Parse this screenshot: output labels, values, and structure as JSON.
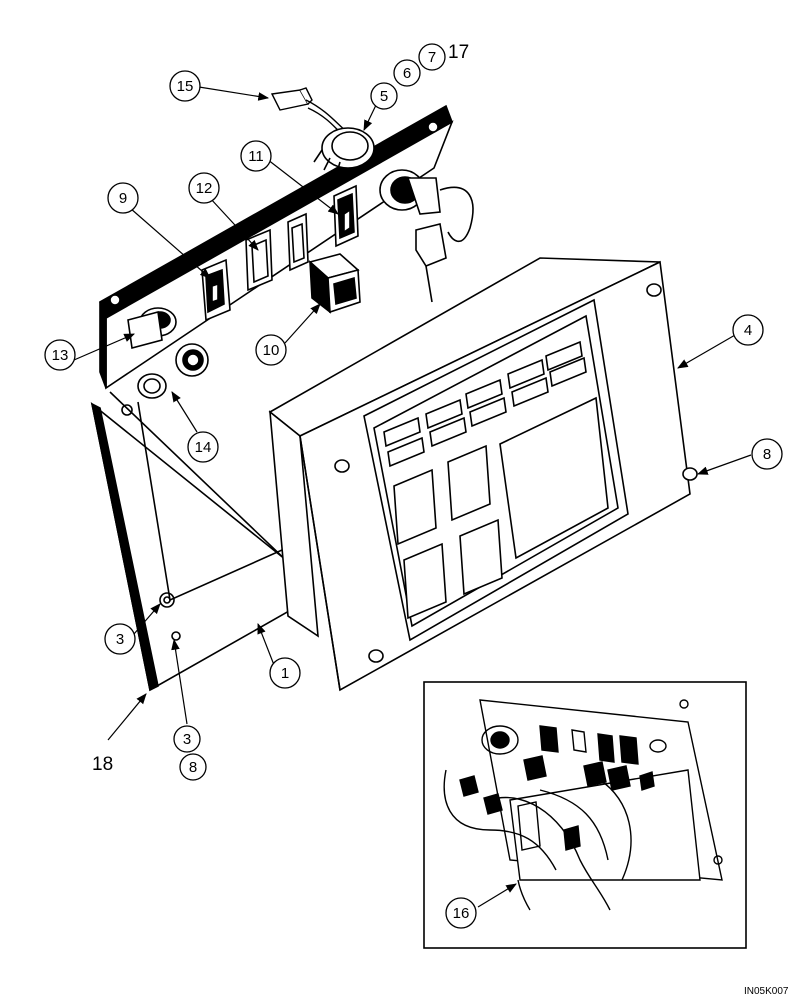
{
  "drawing_code": "IN05K007",
  "callouts": [
    {
      "id": "c1",
      "label": "1"
    },
    {
      "id": "c3a",
      "label": "3"
    },
    {
      "id": "c3b",
      "label": "3"
    },
    {
      "id": "c4",
      "label": "4"
    },
    {
      "id": "c5",
      "label": "5"
    },
    {
      "id": "c6",
      "label": "6"
    },
    {
      "id": "c7",
      "label": "7"
    },
    {
      "id": "c8a",
      "label": "8"
    },
    {
      "id": "c8b",
      "label": "8"
    },
    {
      "id": "c9",
      "label": "9"
    },
    {
      "id": "c10",
      "label": "10"
    },
    {
      "id": "c11",
      "label": "11"
    },
    {
      "id": "c12",
      "label": "12"
    },
    {
      "id": "c13",
      "label": "13"
    },
    {
      "id": "c14",
      "label": "14"
    },
    {
      "id": "c15",
      "label": "15"
    },
    {
      "id": "c16",
      "label": "16"
    }
  ],
  "plain_labels": [
    {
      "id": "p17",
      "label": "17"
    },
    {
      "id": "p18",
      "label": "18"
    }
  ]
}
